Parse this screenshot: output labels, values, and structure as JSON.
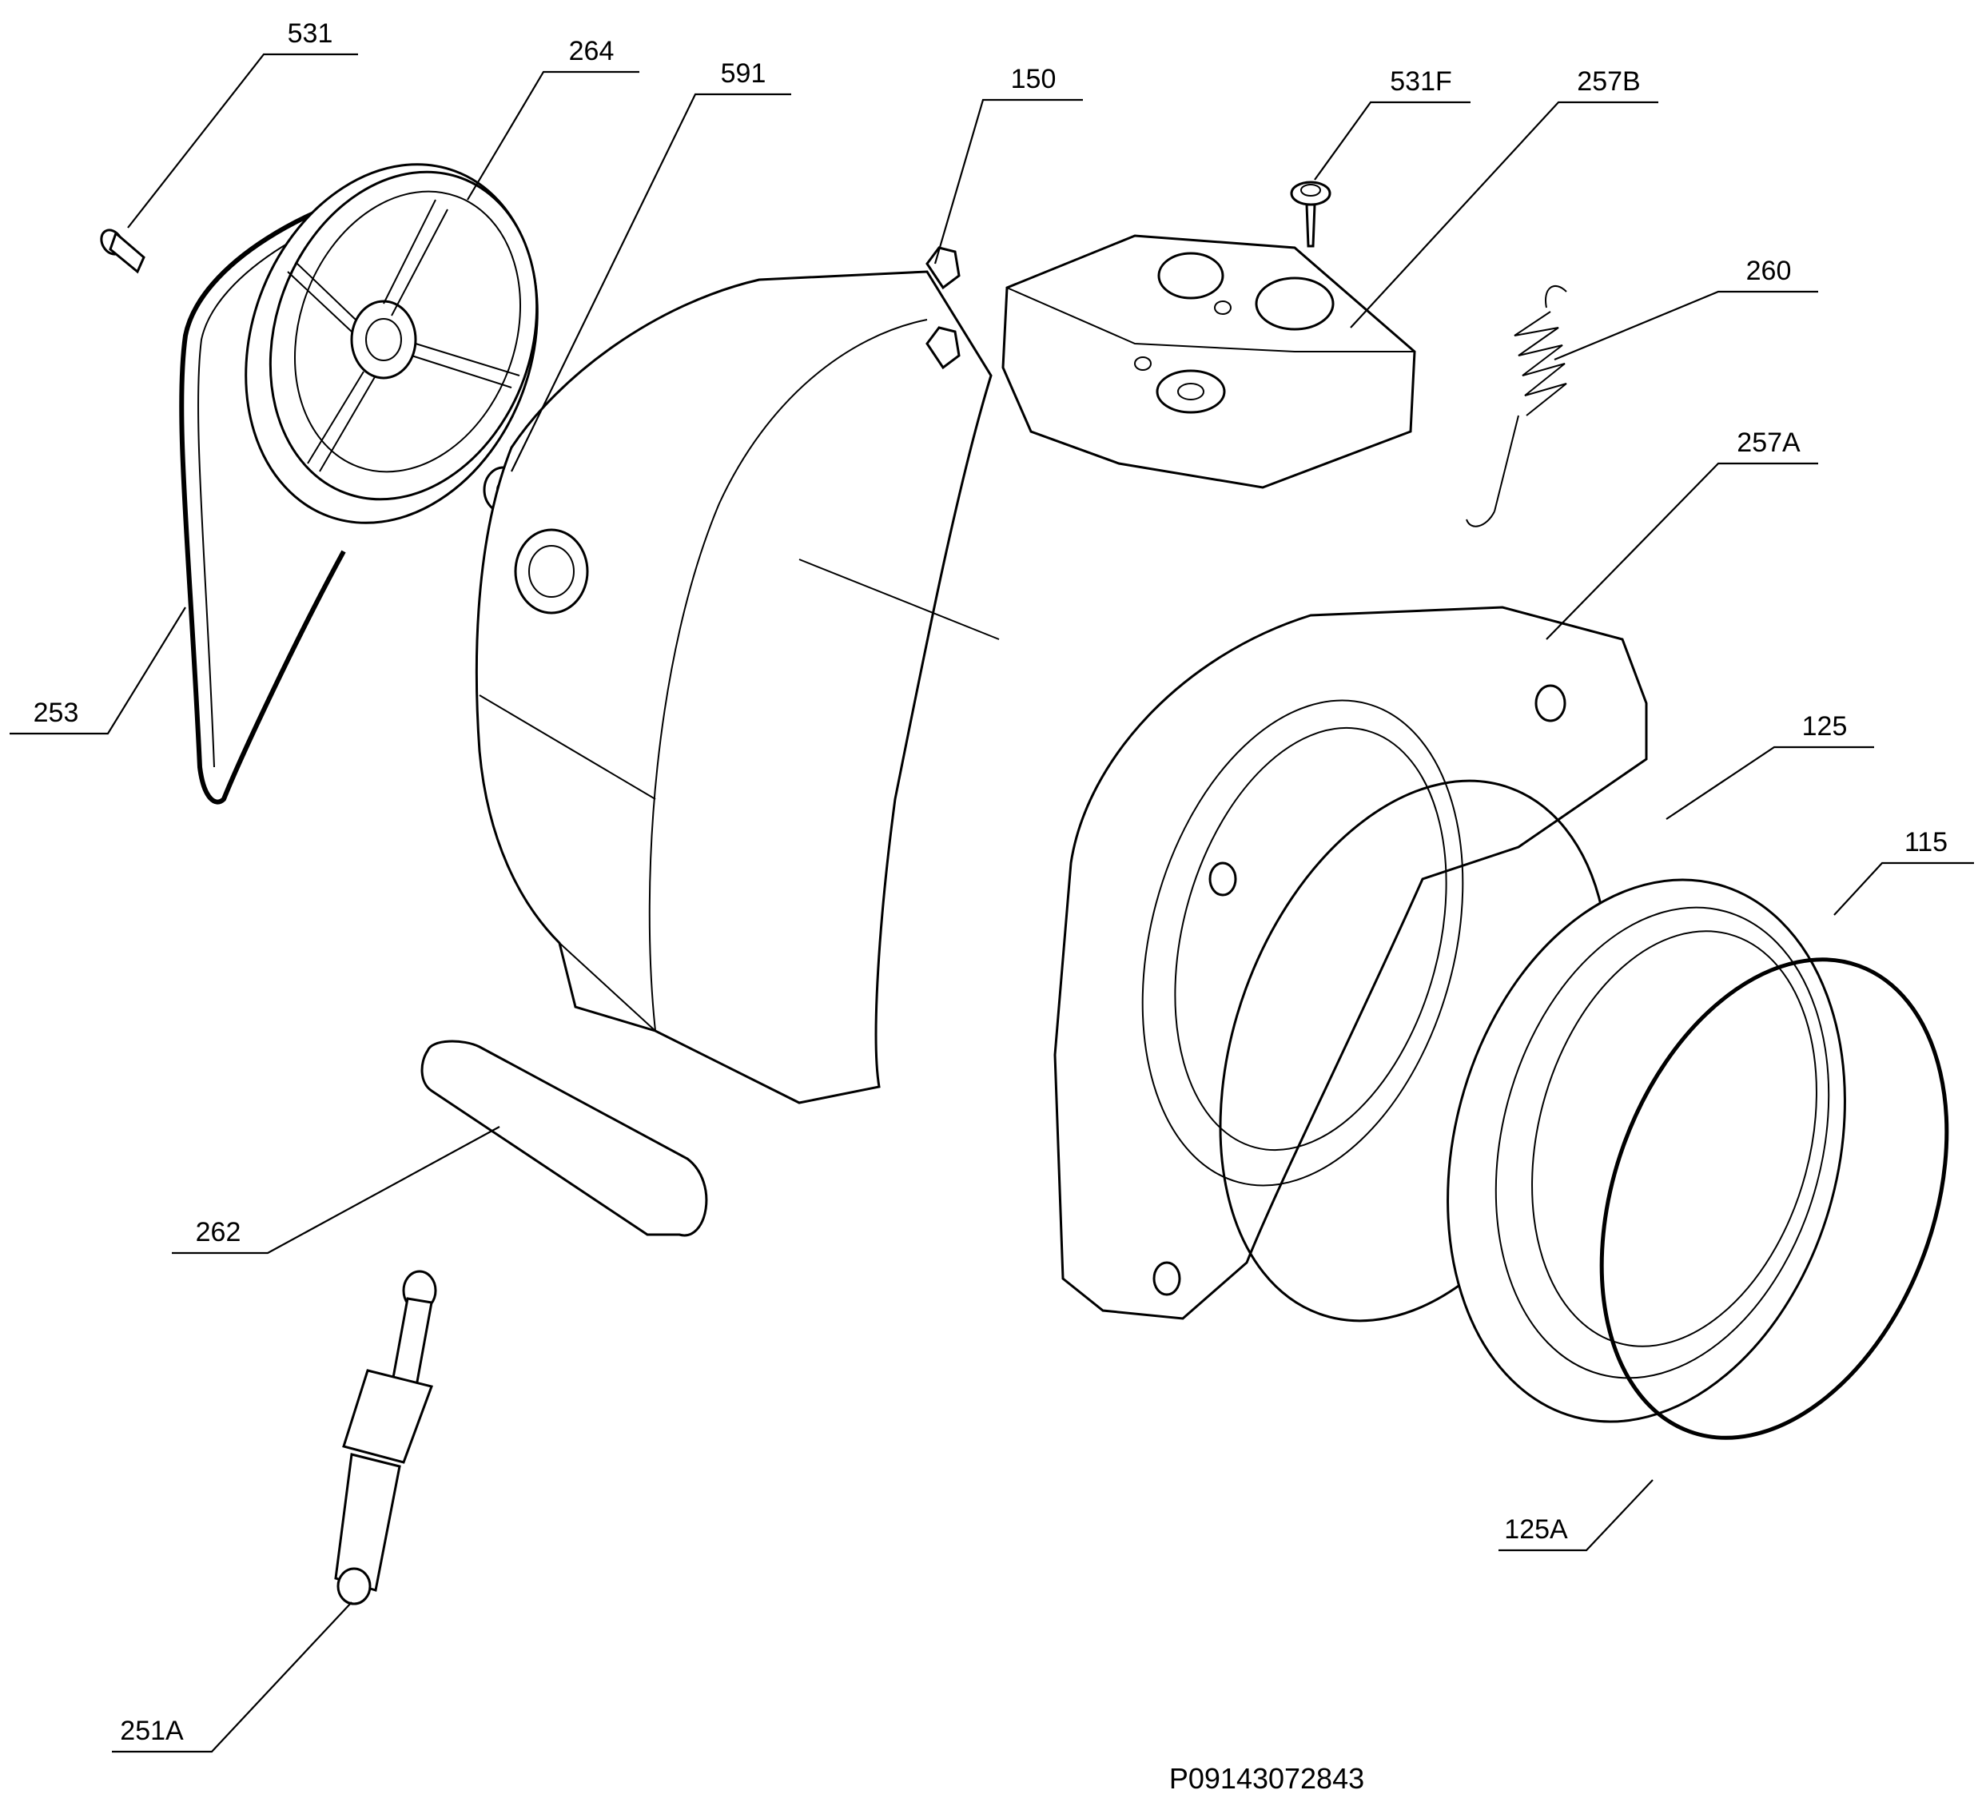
{
  "diagram": {
    "callouts": [
      {
        "id": "c-531",
        "label": "531",
        "part": "bolt"
      },
      {
        "id": "c-264",
        "label": "264",
        "part": "drum-pulley"
      },
      {
        "id": "c-591",
        "label": "591",
        "part": "washer"
      },
      {
        "id": "c-150",
        "label": "150",
        "part": "tub-rear-half"
      },
      {
        "id": "c-531F",
        "label": "531F",
        "part": "screw"
      },
      {
        "id": "c-257B",
        "label": "257B",
        "part": "counterweight-top"
      },
      {
        "id": "c-260",
        "label": "260",
        "part": "suspension-spring"
      },
      {
        "id": "c-257A",
        "label": "257A",
        "part": "counterweight-front"
      },
      {
        "id": "c-253",
        "label": "253",
        "part": "drive-belt"
      },
      {
        "id": "c-125",
        "label": "125",
        "part": "tub-seal-ring"
      },
      {
        "id": "c-115",
        "label": "115",
        "part": "tub-front-half"
      },
      {
        "id": "c-262",
        "label": "262",
        "part": "heater-cover"
      },
      {
        "id": "c-125A",
        "label": "125A",
        "part": "clamp-ring"
      },
      {
        "id": "c-251A",
        "label": "251A",
        "part": "shock-absorber"
      }
    ],
    "drawing_code": "P09143072843"
  }
}
